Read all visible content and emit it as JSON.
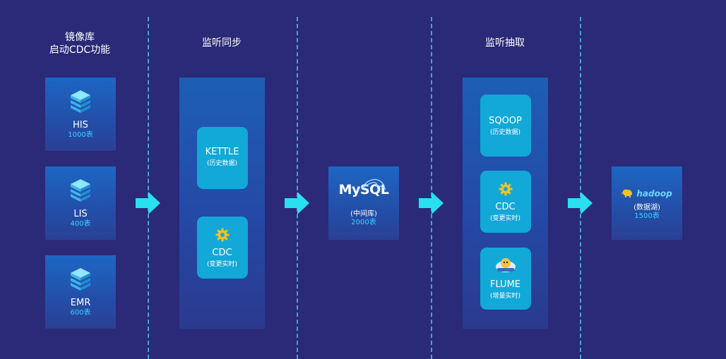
{
  "columns": {
    "mirror": {
      "line1": "镜像库",
      "line2": "启动CDC功能"
    },
    "listen_sync": {
      "title": "监听同步"
    },
    "listen_extract": {
      "title": "监听抽取"
    }
  },
  "sources": [
    {
      "name": "HIS",
      "count": "1000表"
    },
    {
      "name": "LIS",
      "count": "400表"
    },
    {
      "name": "EMR",
      "count": "600表"
    }
  ],
  "sync_tools": [
    {
      "name": "KETTLE",
      "note": "(历史数据)"
    },
    {
      "name": "CDC",
      "note": "(变更实时)"
    }
  ],
  "mysql": {
    "logo": "MySQL",
    "label": "(中间库)",
    "count": "2000表"
  },
  "extract_tools": [
    {
      "name": "SQOOP",
      "note": "(历史数据)"
    },
    {
      "name": "CDC",
      "note": "(变更实时)"
    },
    {
      "name": "FLUME",
      "note": "(增量实时)"
    }
  ],
  "hadoop": {
    "logo": "hadoop",
    "label": "(数据湖)",
    "count": "1500表"
  },
  "colors": {
    "background": "#2a2a78",
    "pill": "#12a8d8",
    "arrow": "#28e0f0",
    "count_text": "#38d3ff",
    "divider": "#4fb4e8"
  }
}
